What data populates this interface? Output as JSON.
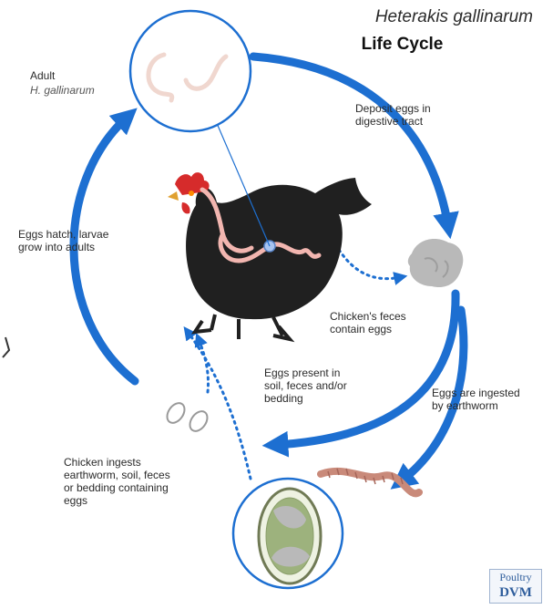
{
  "title": {
    "scientific_name": "Heterakis gallinarum",
    "subtitle": "Life Cycle"
  },
  "labels": {
    "adult": "Adult",
    "adult_species": "H. gallinarum",
    "deposit": "Deposit eggs in\ndigestive tract",
    "hatch": "Eggs hatch, larvae\ngrow into adults",
    "feces": "Chicken's feces\ncontain eggs",
    "soil": "Eggs present in\nsoil, feces and/or\nbedding",
    "earthworm": "Eggs are ingested\nby earthworm",
    "ingest": "Chicken ingests\nearthworm, soil, feces\nor bedding containing\neggs"
  },
  "logo": {
    "line1": "Poultry",
    "line2": "DVM"
  },
  "colors": {
    "arrow_blue": "#1d6fd1",
    "circle_stroke": "#1d6fd1",
    "chicken": "#202020",
    "comb": "#d62b2b",
    "intestine": "#f2b6b0",
    "worm": "#c98a7a",
    "earthworm_egg": "#9db27d",
    "feces": "#b9b9b9"
  }
}
